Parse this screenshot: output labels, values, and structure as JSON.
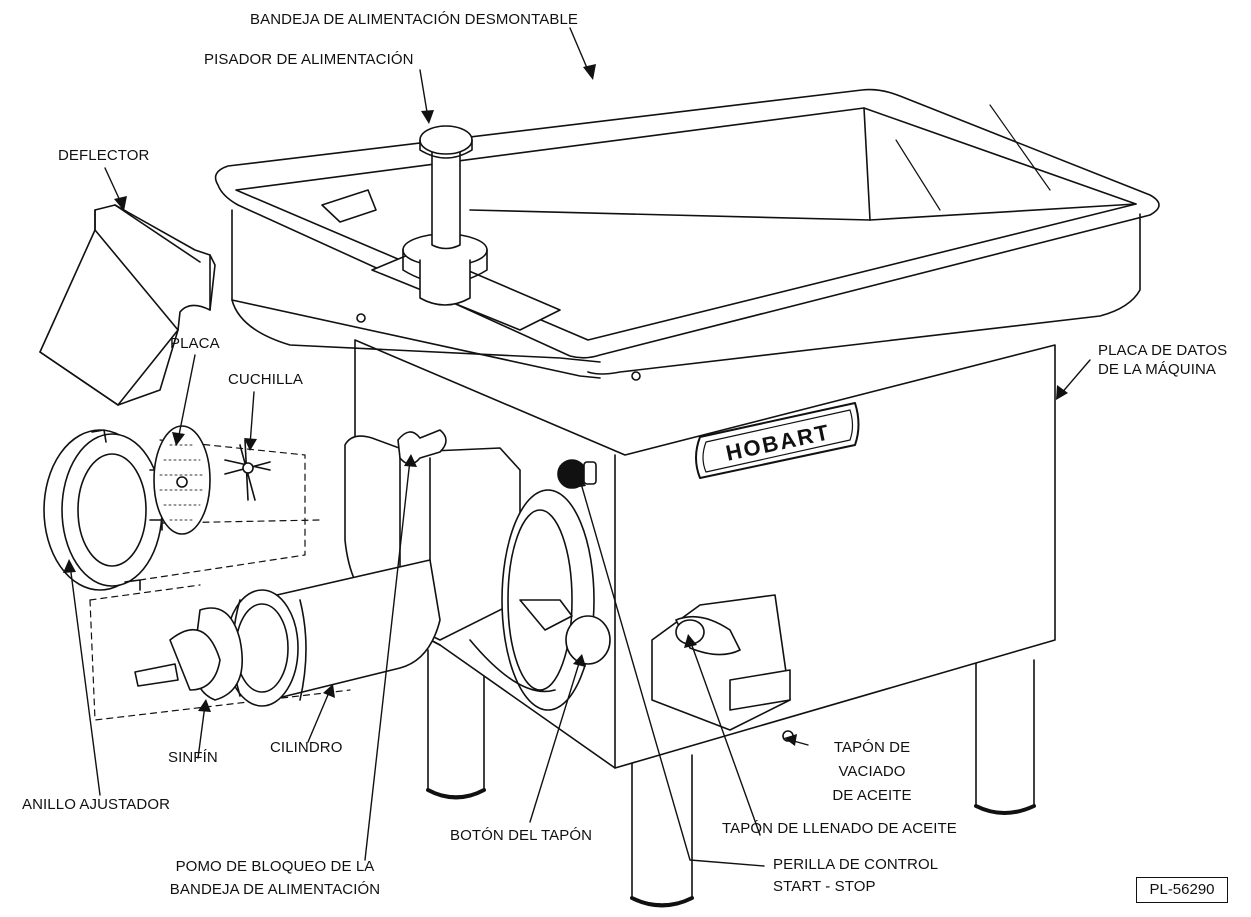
{
  "labels": {
    "feed_pan": "BANDEJA DE ALIMENTACIÓN DESMONTABLE",
    "stomper": "PISADOR DE ALIMENTACIÓN",
    "deflector": "DEFLECTOR",
    "plate": "PLACA",
    "knife": "CUCHILLA",
    "data_plate_l1": "PLACA DE DATOS",
    "data_plate_l2": "DE LA MÁQUINA",
    "worm": "SINFÍN",
    "cylinder": "CILINDRO",
    "adjusting_ring": "ANILLO AJUSTADOR",
    "drain_plug_l1": "TAPÓN DE",
    "drain_plug_l2": "VACIADO",
    "drain_plug_l3": "DE ACEITE",
    "fill_plug": "TAPÓN DE LLENADO DE ACEITE",
    "plug_button": "BOTÓN DEL TAPÓN",
    "lock_knob_l1": "POMO DE BLOQUEO DE LA",
    "lock_knob_l2": "BANDEJA DE ALIMENTACIÓN",
    "control_knob_l1": "PERILLA DE CONTROL",
    "control_knob_l2": "START - STOP"
  },
  "brand": "HOBART",
  "doc_id": "PL-56290"
}
